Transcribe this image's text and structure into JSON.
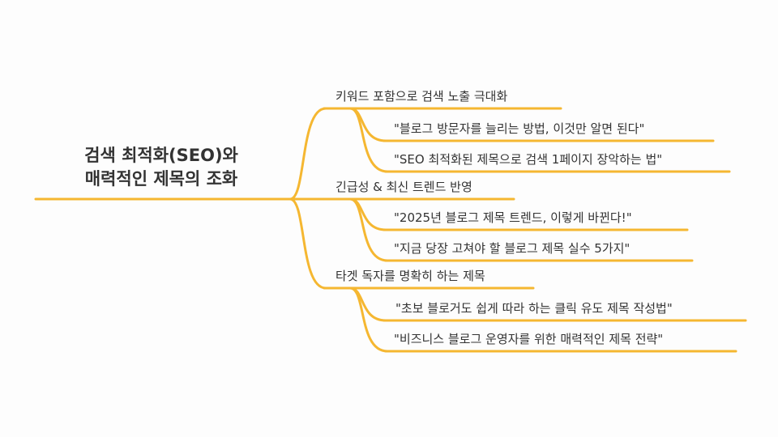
{
  "root": {
    "line1": "검색 최적화(SEO)와",
    "line2": "매력적인 제목의 조화"
  },
  "branches": [
    {
      "label": "키워드 포함으로 검색 노출 극대화",
      "children": [
        "\"블로그 방문자를 늘리는 방법, 이것만 알면 된다\"",
        "\"SEO 최적화된 제목으로 검색 1페이지 장악하는 법\""
      ]
    },
    {
      "label": "긴급성 & 최신 트렌드 반영",
      "children": [
        "\"2025년 블로그 제목 트렌드, 이렇게 바뀐다!\"",
        "\"지금 당장 고쳐야 할 블로그 제목 실수 5가지\""
      ]
    },
    {
      "label": "타겟 독자를 명확히 하는 제목",
      "children": [
        "\"초보 블로거도 쉽게 따라 하는 클릭 유도 제목 작성법\"",
        "\"비즈니스 블로그 운영자를 위한 매력적인 제목 전략\""
      ]
    }
  ],
  "colors": {
    "connector": "#f5b731",
    "text": "#333333",
    "background": "#fdfdfd"
  }
}
